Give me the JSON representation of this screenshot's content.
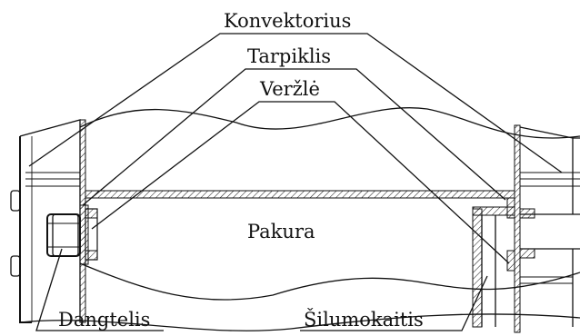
{
  "diagram": {
    "labels": {
      "konvektorius": "Konvektorius",
      "tarpiklis": "Tarpiklis",
      "verzle": "Veržlė",
      "pakura": "Pakura",
      "dangtelis": "Dangtelis",
      "silumokaitis": "Šilumokaitis"
    }
  }
}
